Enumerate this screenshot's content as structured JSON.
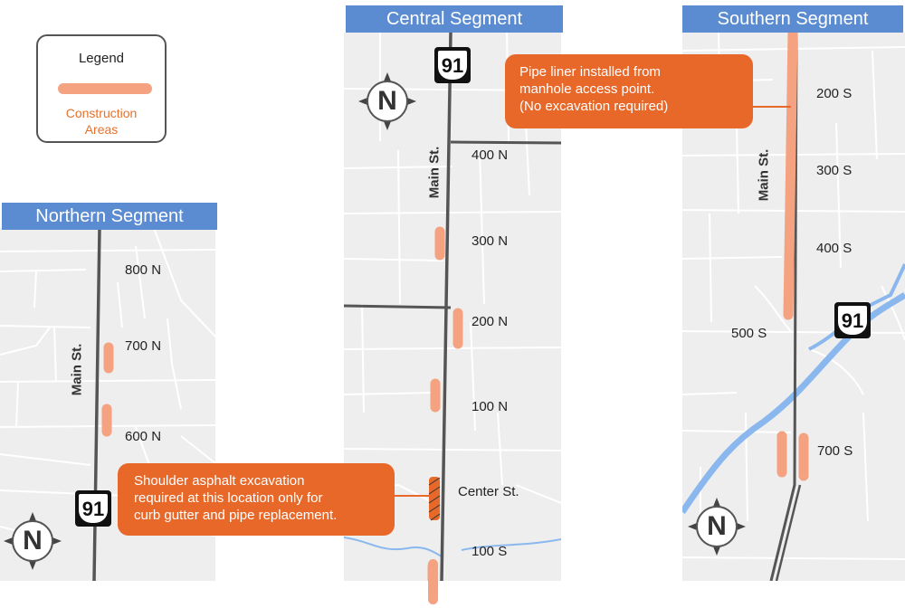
{
  "legend": {
    "title": "Legend",
    "label_line1": "Construction",
    "label_line2": "Areas",
    "swatch_color": "#f4a27f"
  },
  "colors": {
    "title_bar": "#5b8bd0",
    "construction": "#f4a27f",
    "callout": "#e8682a",
    "water": "#8ab8ee",
    "road": "#555555"
  },
  "highway": {
    "number": "91"
  },
  "compass": {
    "letter": "N"
  },
  "main_street": "Main St.",
  "northern": {
    "title": "Northern Segment",
    "streets": [
      "800 N",
      "700 N",
      "600 N"
    ]
  },
  "central": {
    "title": "Central Segment",
    "streets": [
      "400 N",
      "300 N",
      "200 N",
      "100 N",
      "Center St.",
      "100 S"
    ]
  },
  "southern": {
    "title": "Southern Segment",
    "streets": [
      "200 S",
      "300 S",
      "400 S",
      "500 S",
      "700 S"
    ]
  },
  "callouts": {
    "pipe_liner": [
      "Pipe liner installed from",
      "manhole access point.",
      "(No excavation required)"
    ],
    "shoulder": [
      "Shoulder asphalt excavation",
      "required at this location only for",
      "curb gutter and pipe replacement."
    ]
  }
}
